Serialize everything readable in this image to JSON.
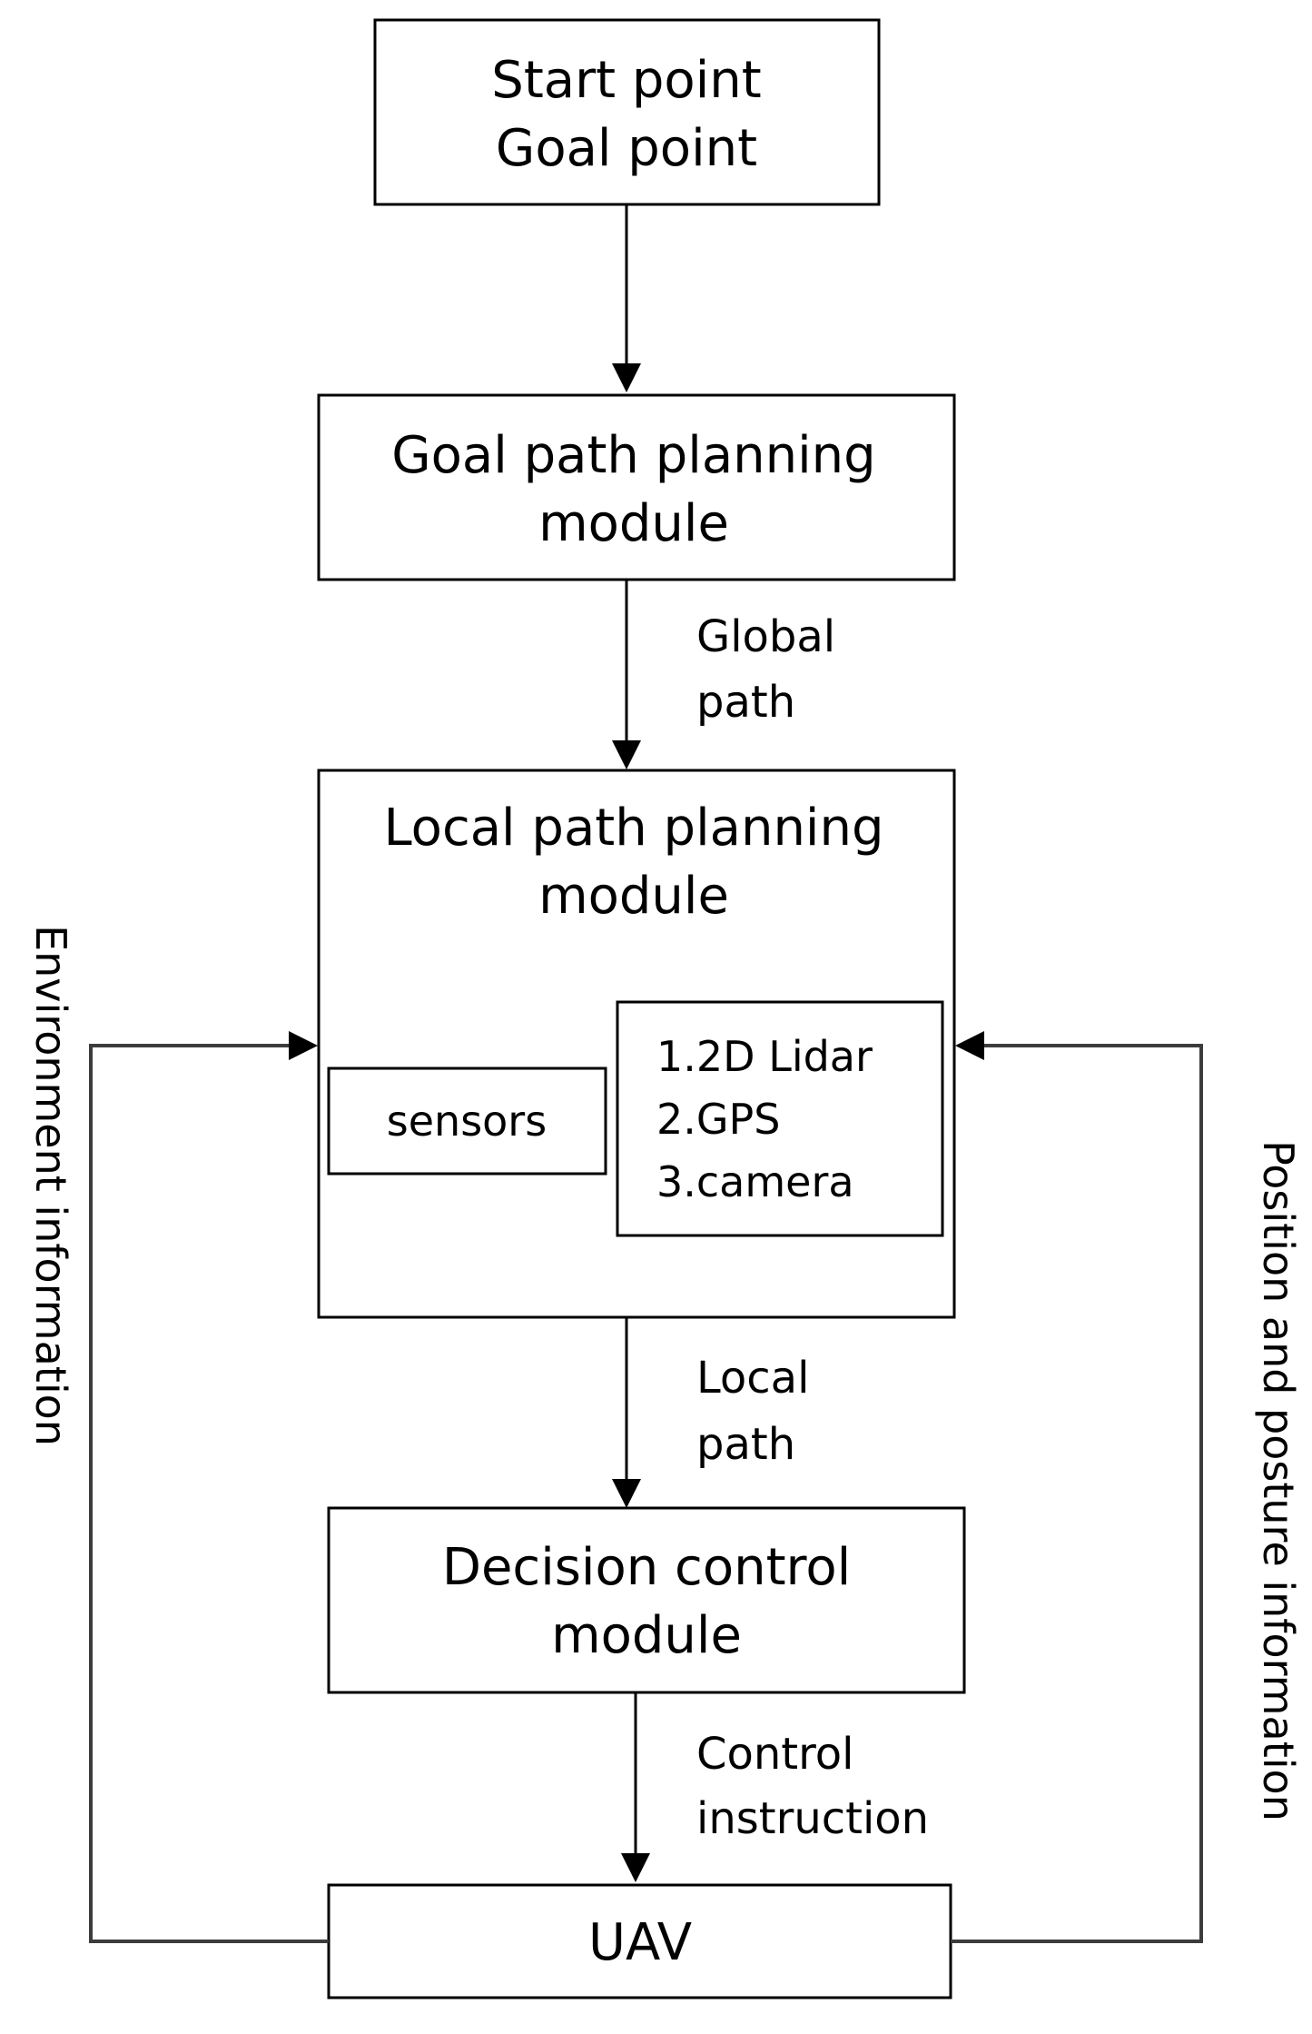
{
  "nodes": {
    "start": {
      "lines": [
        "Start point",
        "Goal point"
      ]
    },
    "goal_planning": {
      "lines": [
        "Goal path planning",
        "module"
      ]
    },
    "local_planning": {
      "lines": [
        "Local path planning",
        "module"
      ]
    },
    "sensors": {
      "label": "sensors"
    },
    "sensor_list": {
      "lines": [
        "1.2D Lidar",
        "2.GPS",
        "3.camera"
      ]
    },
    "decision": {
      "lines": [
        "Decision control",
        "module"
      ]
    },
    "uav": {
      "label": "UAV"
    }
  },
  "edges": {
    "global_path": {
      "lines": [
        "Global",
        "path"
      ]
    },
    "local_path": {
      "lines": [
        "Local",
        "path"
      ]
    },
    "control": {
      "lines": [
        "Control",
        "instruction"
      ]
    },
    "environment": {
      "label": "Environment information"
    },
    "position": {
      "label": "Position and posture information"
    }
  },
  "colors": {
    "stroke": "#000000",
    "loop_stroke": "#3c3c3c",
    "background": "#ffffff"
  }
}
